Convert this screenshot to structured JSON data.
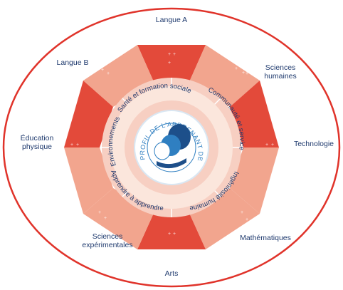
{
  "diagram": {
    "colors": {
      "outer_ring": "#e0332a",
      "octagon_dark": "#e34a3a",
      "octagon_light": "#f2a58e",
      "inner_ring": "#f7cfc2",
      "inner_ring_dark": "#f2b6a2",
      "text_ring_bg": "#fbe6dc",
      "center_blue": "#2f7fc1",
      "label_color": "#1f3a6e"
    },
    "center": {
      "ring_text": "PROFIL DE L'APPRENANT DE L'IB",
      "emblem": "learner-profile-heads-icon"
    },
    "subjects": {
      "top": "Langue A",
      "top_left": "Langue B",
      "top_right_line1": "Sciences",
      "top_right_line2": "humaines",
      "left_line1": "Éducation",
      "left_line2": "physique",
      "right": "Technologie",
      "bottom_left_line1": "Sciences",
      "bottom_left_line2": "expérimentales",
      "bottom_right": "Mathématiques",
      "bottom": "Arts"
    },
    "approaches": {
      "top": "Santé et formation sociale",
      "right": "Communauté et service",
      "bottom_right": "Ingéniosité humaine",
      "bottom_left": "Apprendre à apprendre",
      "left": "Environnements"
    }
  }
}
